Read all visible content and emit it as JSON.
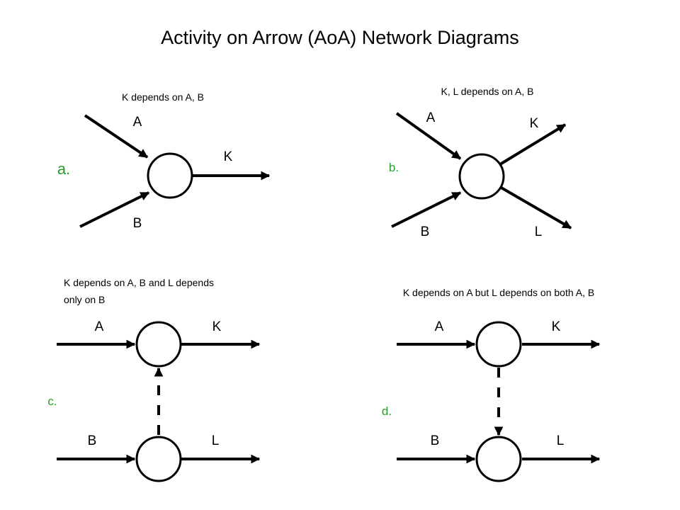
{
  "title": "Activity on Arrow (AoA) Network Diagrams",
  "diagrams": {
    "a": {
      "tag": "a.",
      "caption": "K depends on A, B",
      "activities": [
        "A",
        "B",
        "K"
      ]
    },
    "b": {
      "tag": "b.",
      "caption": "K, L depends on A, B",
      "activities": [
        "A",
        "B",
        "K",
        "L"
      ]
    },
    "c": {
      "tag": "c.",
      "caption_lines": [
        "K depends on A, B and L depends",
        "only on B"
      ],
      "activities": [
        "A",
        "K",
        "B",
        "L"
      ]
    },
    "d": {
      "tag": "d.",
      "caption": "K depends on A but L depends on both A, B",
      "activities": [
        "A",
        "K",
        "B",
        "L"
      ]
    }
  },
  "colors": {
    "tag": "#2e9a2e",
    "line": "#000000"
  }
}
